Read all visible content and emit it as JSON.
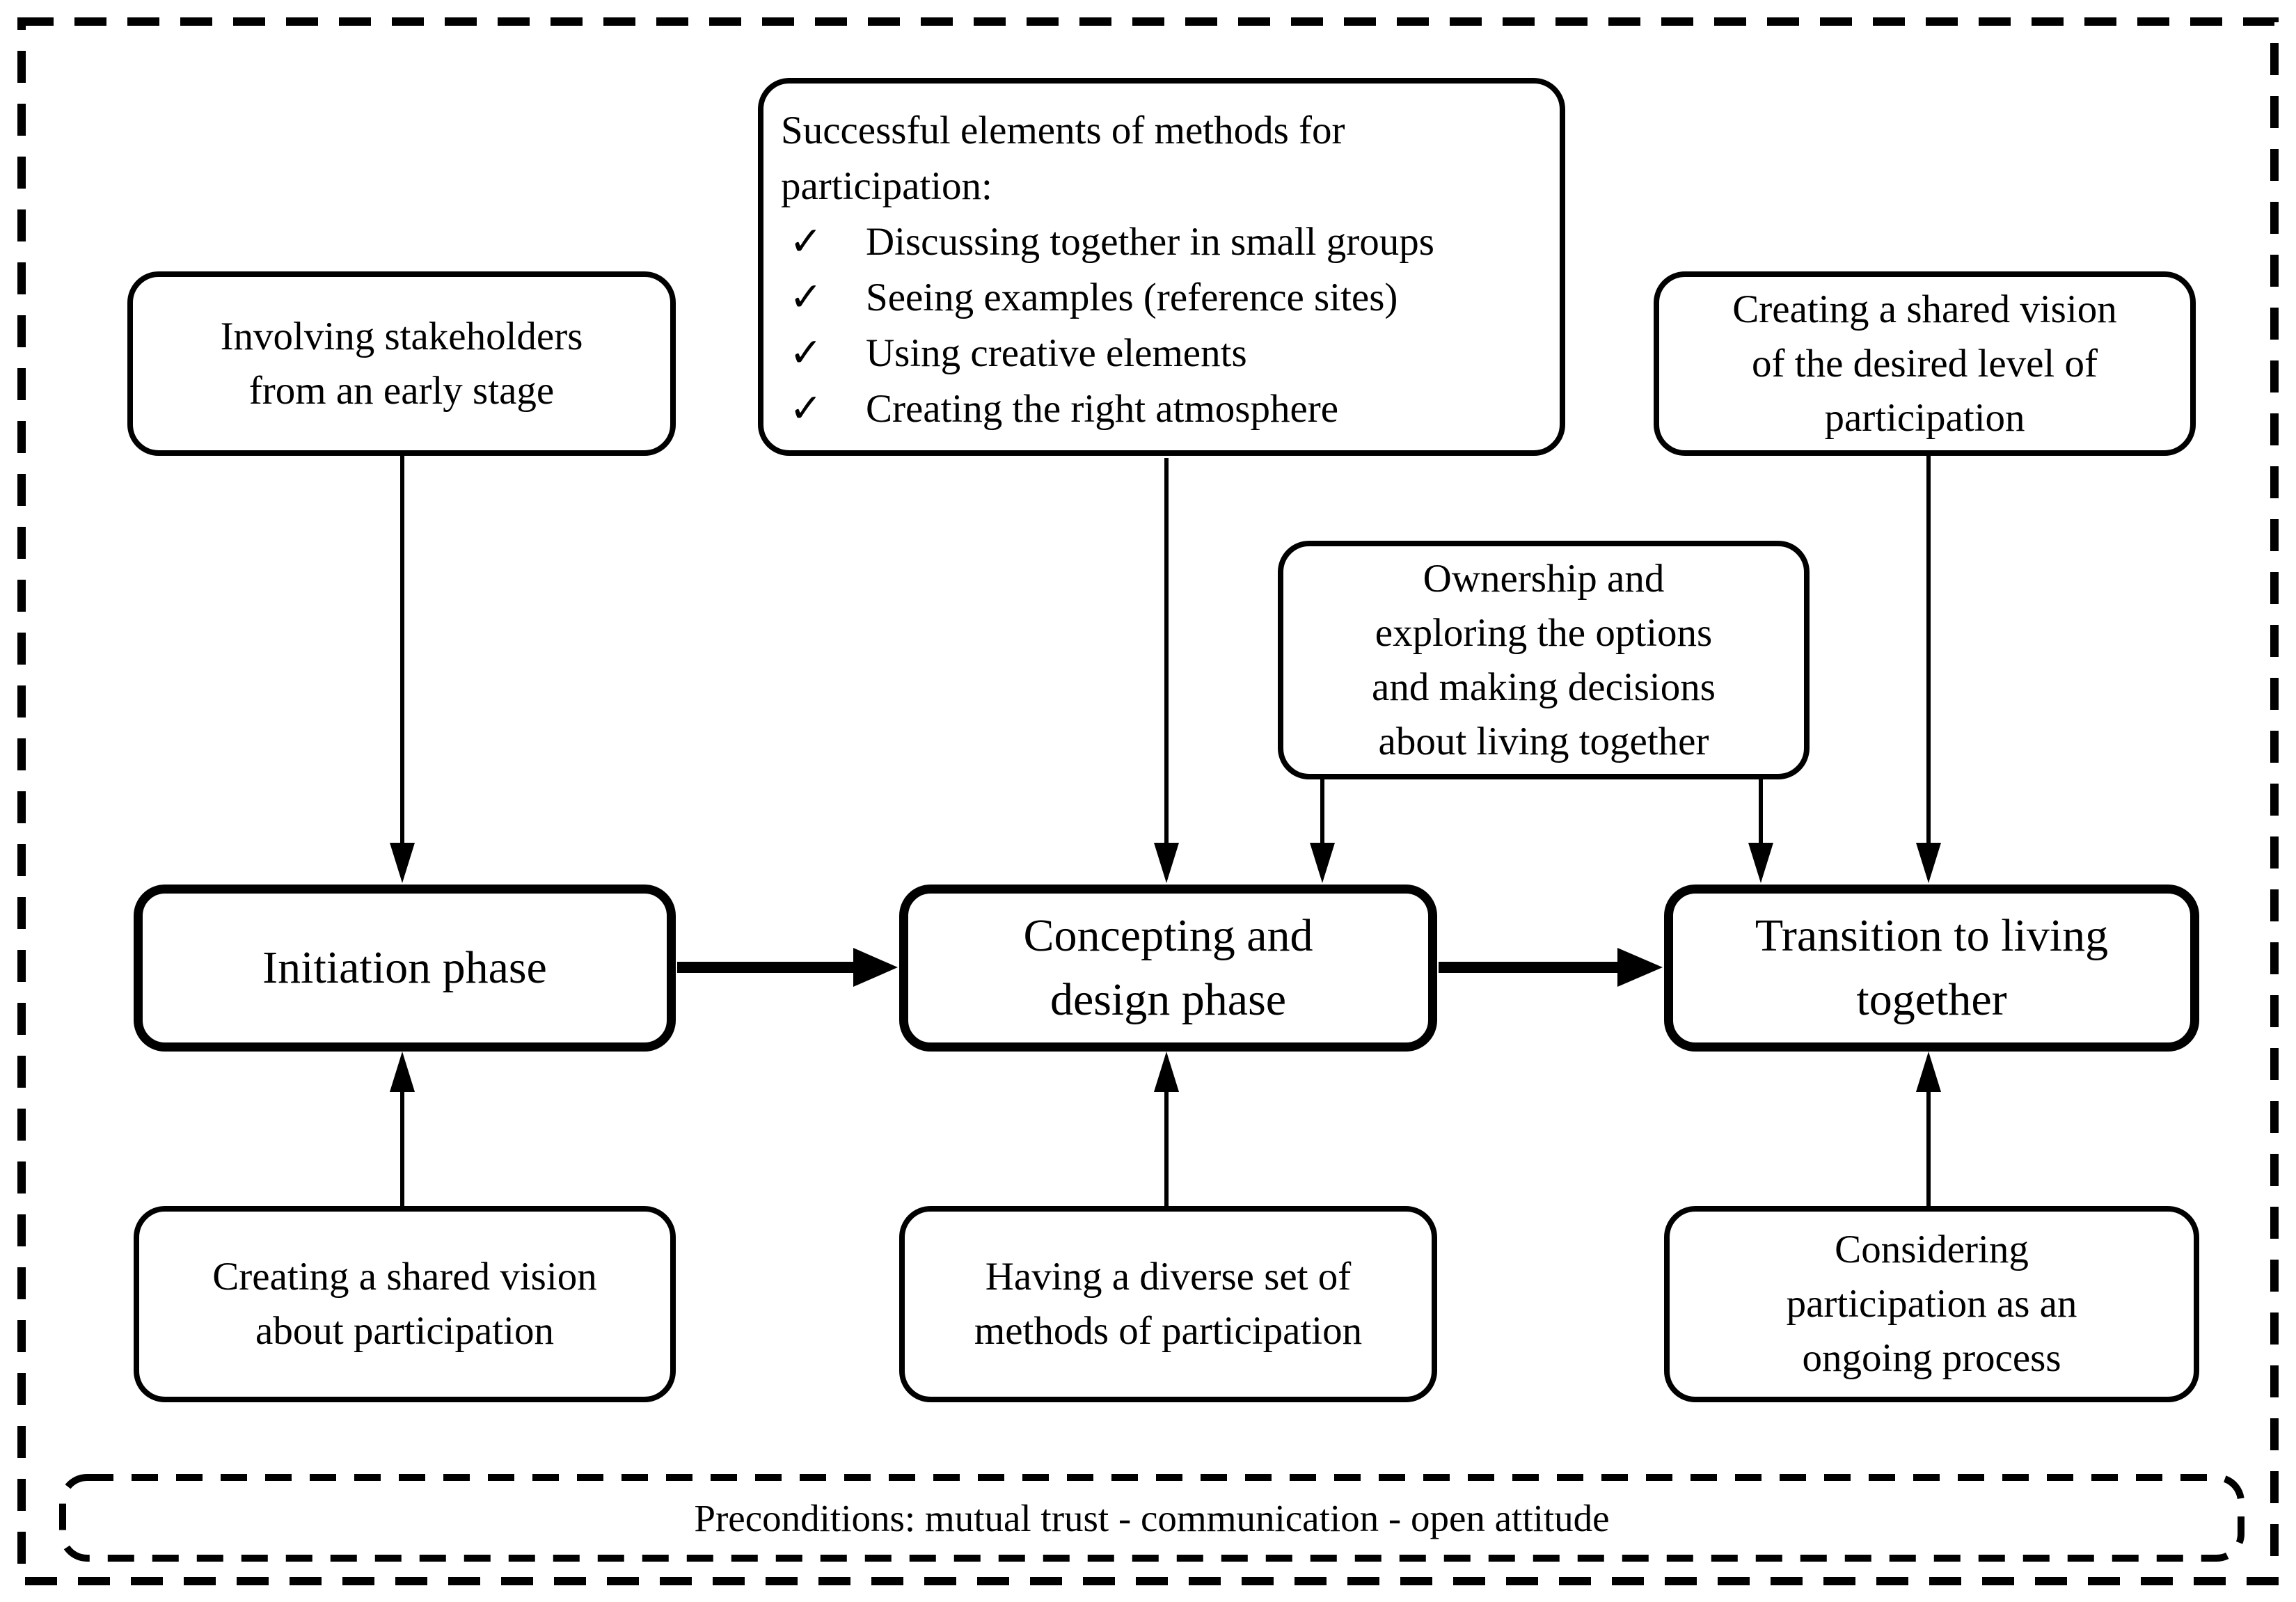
{
  "figure": {
    "background_color": "#ffffff",
    "ink_color": "#000000"
  },
  "icons": {
    "check_glyph": "✓"
  },
  "boxes": {
    "involving": {
      "lines": [
        "Involving stakeholders",
        "from an early stage"
      ]
    },
    "successful": {
      "title_lines": [
        "Successful elements of methods for",
        "participation:"
      ],
      "items": [
        "Discussing together in small groups",
        "Seeing examples (reference sites)",
        "Using creative elements",
        "Creating the right atmosphere"
      ]
    },
    "desired_vision": {
      "lines": [
        "Creating a shared vision",
        "of the desired level of",
        "participation"
      ]
    },
    "ownership": {
      "lines": [
        "Ownership and",
        "exploring the options",
        "and making decisions",
        "about living together"
      ]
    },
    "initiation": {
      "lines": [
        "Initiation phase"
      ]
    },
    "concepting": {
      "lines": [
        "Concepting and",
        "design phase"
      ]
    },
    "transition": {
      "lines": [
        "Transition to living",
        "together"
      ]
    },
    "shared_vision": {
      "lines": [
        "Creating a shared vision",
        "about participation"
      ]
    },
    "diverse_methods": {
      "lines": [
        "Having a diverse set of",
        "methods of participation"
      ]
    },
    "ongoing": {
      "lines": [
        "Considering",
        "participation as an",
        "ongoing process"
      ]
    },
    "preconditions": {
      "text": "Preconditions: mutual trust - communication - open attitude"
    }
  }
}
